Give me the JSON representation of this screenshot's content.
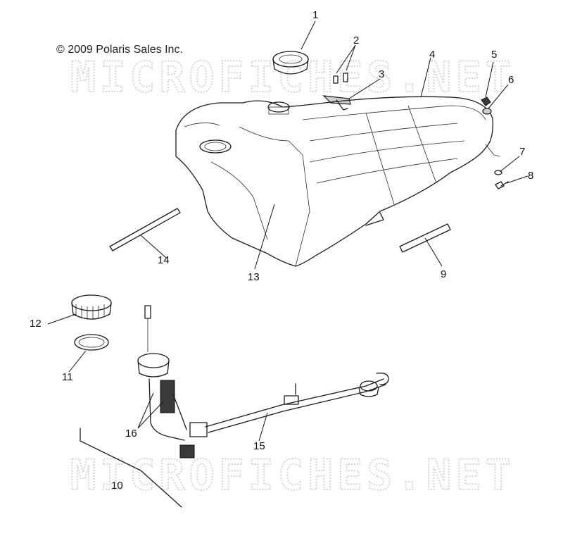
{
  "copyright": "© 2009 Polaris Sales Inc.",
  "watermark": "MICROFICHES.NET",
  "callouts": {
    "c1": "1",
    "c2": "2",
    "c3": "3",
    "c4": "4",
    "c5": "5",
    "c6": "6",
    "c7": "7",
    "c8": "8",
    "c9": "9",
    "c10": "10",
    "c11": "11",
    "c12": "12",
    "c13": "13",
    "c14": "14",
    "c15": "15",
    "c16": "16"
  }
}
